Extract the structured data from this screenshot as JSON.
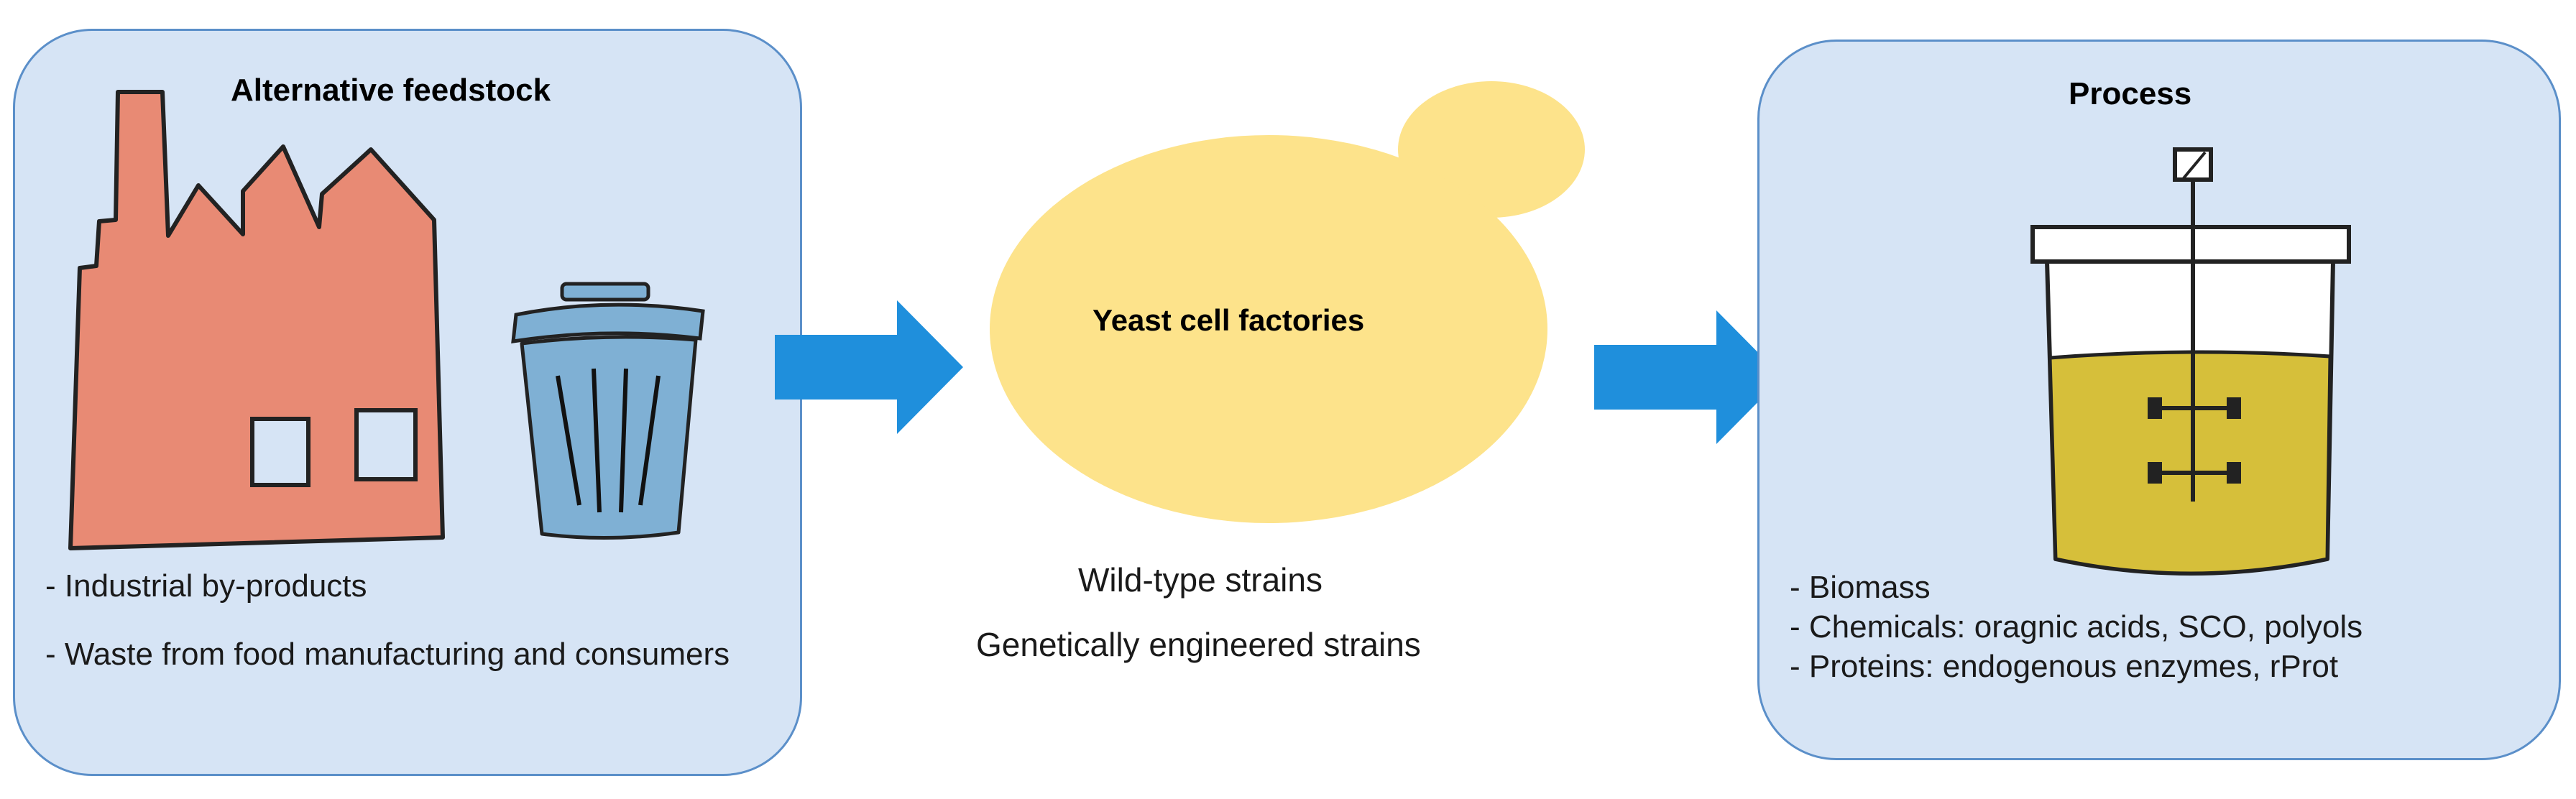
{
  "left_panel": {
    "title": "Alternative feedstock",
    "bullets": [
      "- Industrial by-products",
      "- Waste from food manufacturing and consumers"
    ]
  },
  "center": {
    "label": "Yeast cell factories",
    "strains": [
      "Wild-type strains",
      "Genetically engineered strains"
    ]
  },
  "right_panel": {
    "title": "Process",
    "bullets": [
      "- Biomass",
      "- Chemicals: oragnic acids,  SCO, polyols",
      "- Proteins: endogenous enzymes, rProt"
    ]
  },
  "icons": [
    "factory-icon",
    "trash-can-icon",
    "yeast-cell-icon",
    "bioreactor-icon",
    "arrow-right-icon"
  ],
  "colors": {
    "panel_fill": "#d6e4f5",
    "panel_border": "#5b8fc9",
    "arrow": "#1f8fdc",
    "factory": "#e88a74",
    "trash": "#7fb0d4",
    "yeast": "#fde38b",
    "reactor_liquid": "#d6bf3a"
  }
}
